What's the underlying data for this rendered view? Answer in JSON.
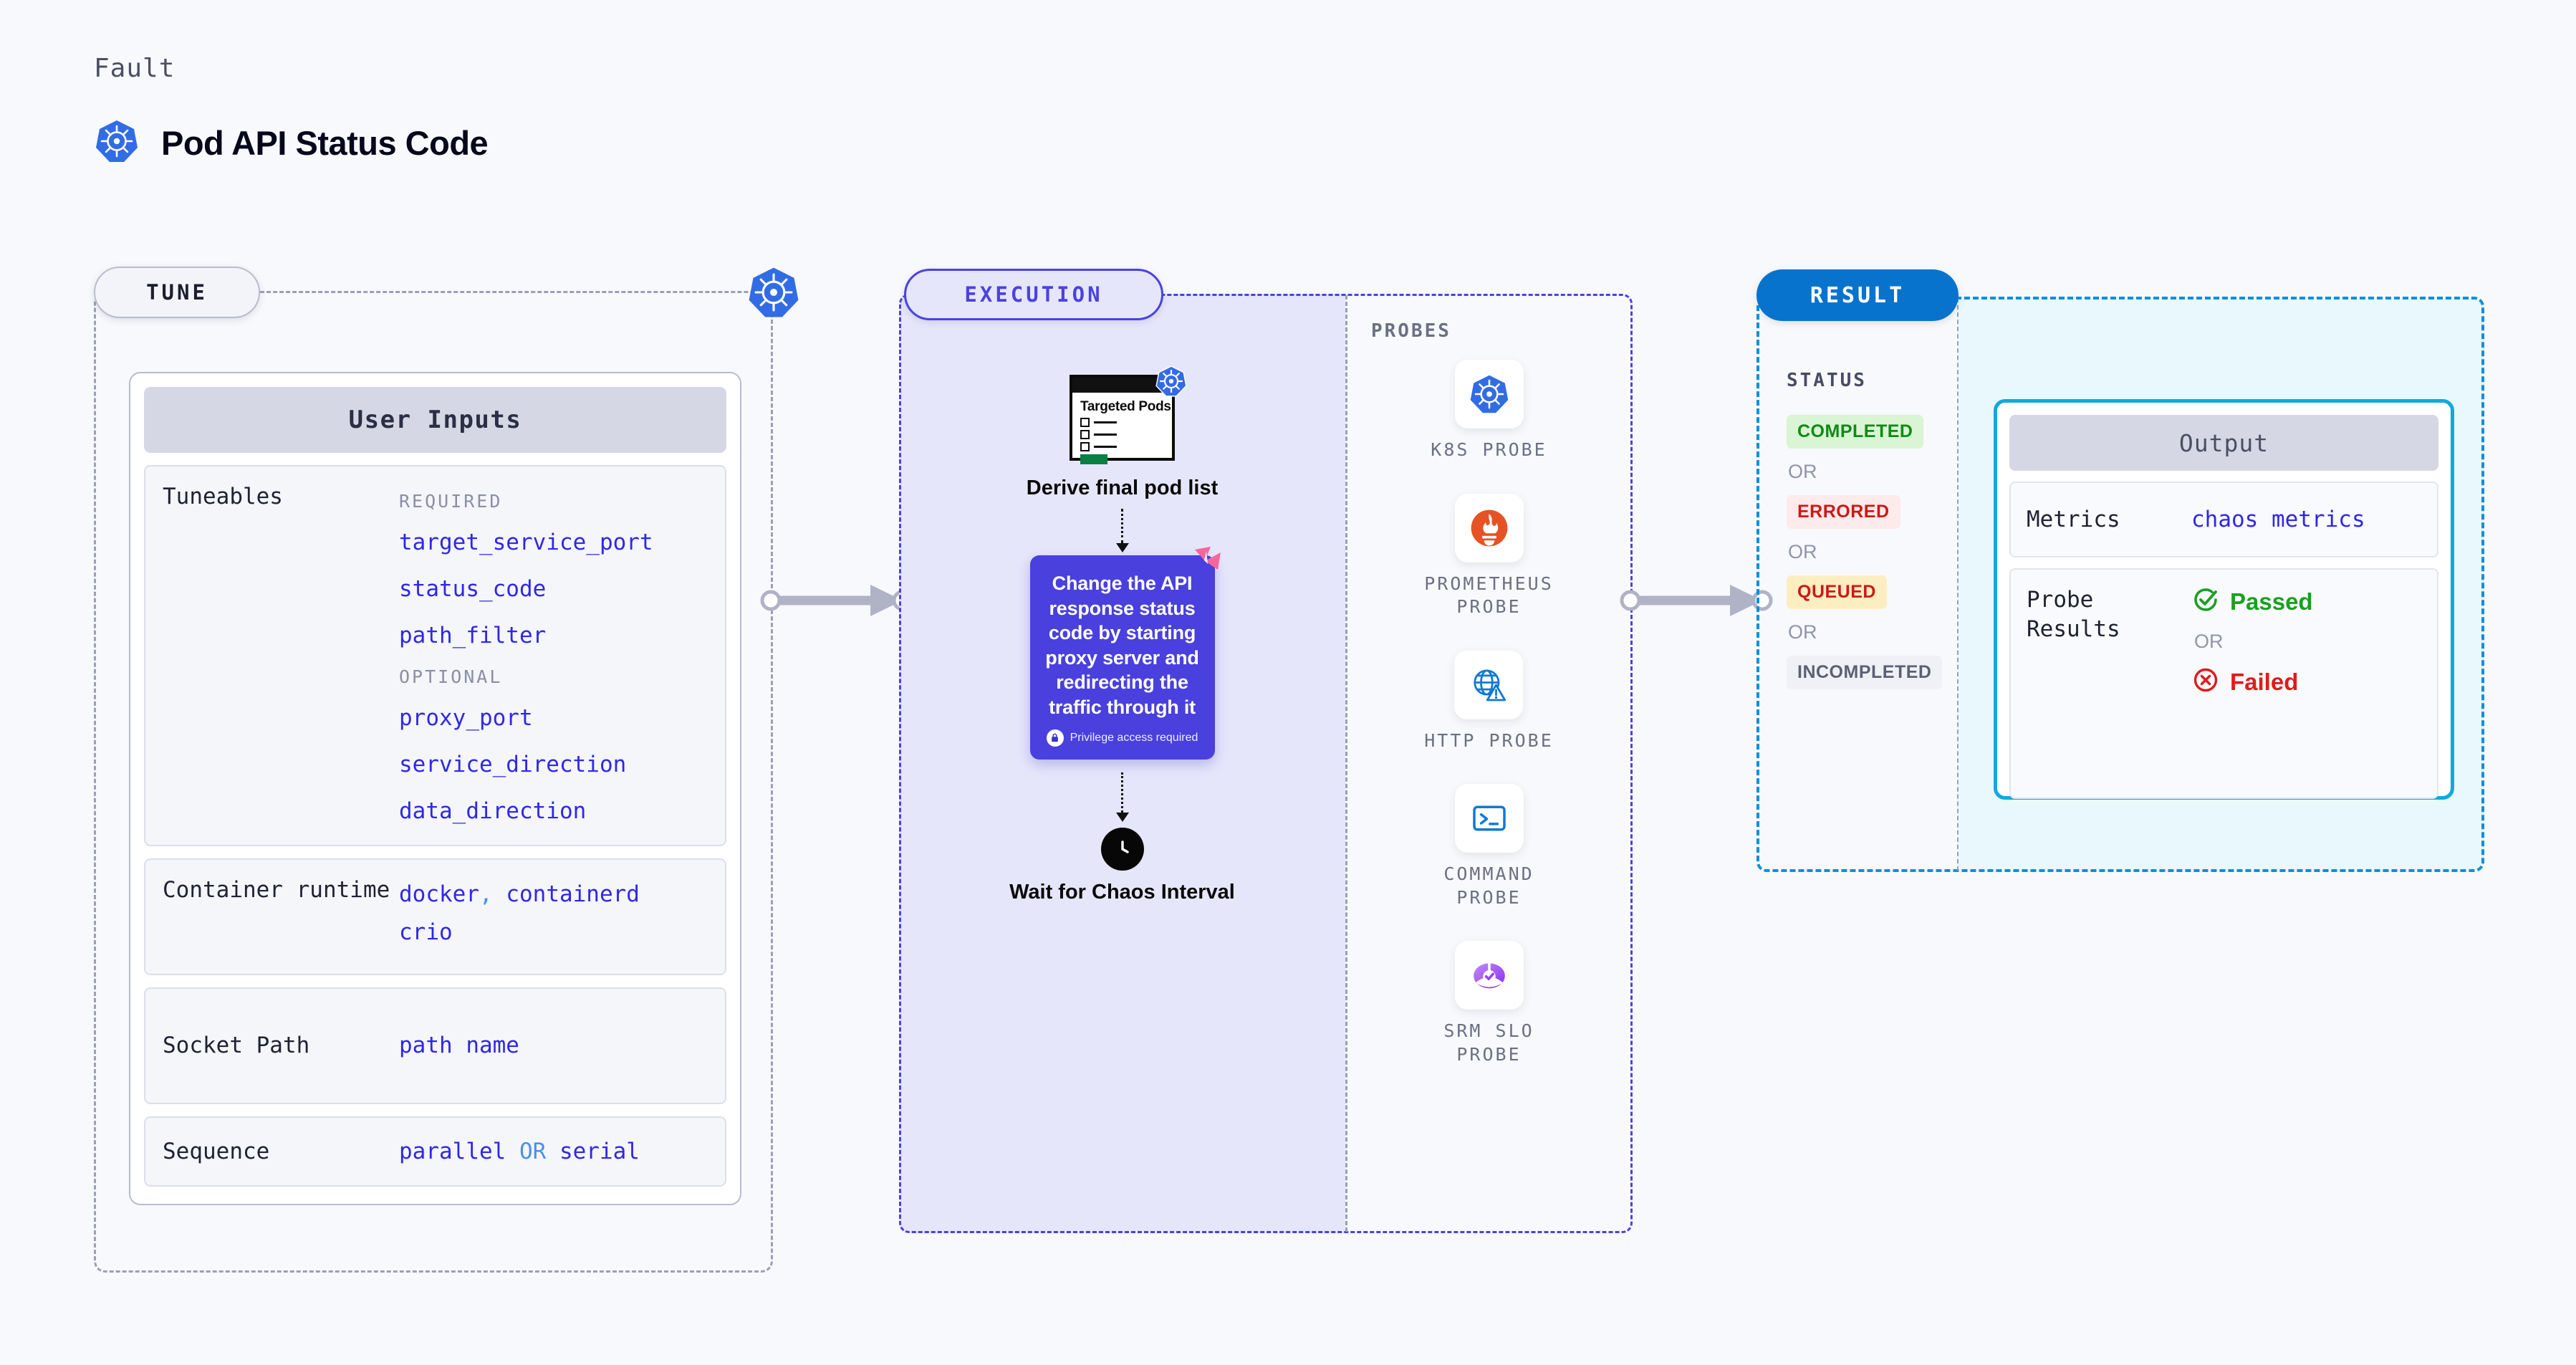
{
  "header": {
    "eyebrow": "Fault",
    "title": "Pod API Status Code",
    "icon": "kubernetes-icon"
  },
  "tune": {
    "tag": "TUNE",
    "badge_icon": "kubernetes-icon",
    "card_title": "User Inputs",
    "tuneables": {
      "label": "Tuneables",
      "required_label": "REQUIRED",
      "required": [
        "target_service_port",
        "status_code",
        "path_filter"
      ],
      "optional_label": "OPTIONAL",
      "optional": [
        "proxy_port",
        "service_direction",
        "data_direction"
      ]
    },
    "rows": [
      {
        "label": "Container runtime",
        "values": [
          "docker",
          "containerd",
          "crio"
        ],
        "separator": ","
      },
      {
        "label": "Socket Path",
        "values": [
          "path name"
        ]
      },
      {
        "label": "Sequence",
        "values": [
          "parallel",
          "serial"
        ],
        "separator": "OR"
      }
    ]
  },
  "execution": {
    "tag": "EXECUTION",
    "pods_card": {
      "title": "Targeted Pods",
      "badge_icon": "kubernetes-icon",
      "rows": 3
    },
    "step_caption": "Derive final pod list",
    "action": {
      "text": "Change the API response status code by starting proxy server and redirecting the traffic through it",
      "privilege_note": "Privilege access required",
      "privilege_icon": "lock-icon",
      "ribbon_icon": "litmus-ribbon-icon",
      "color": "#4940dd"
    },
    "wait": {
      "icon": "clock-icon",
      "caption": "Wait for Chaos Interval"
    },
    "probes_title": "PROBES",
    "probes": [
      {
        "name": "K8S PROBE",
        "icon": "kubernetes-icon"
      },
      {
        "name": "PROMETHEUS PROBE",
        "icon": "prometheus-icon"
      },
      {
        "name": "HTTP PROBE",
        "icon": "http-globe-warning-icon"
      },
      {
        "name": "COMMAND PROBE",
        "icon": "terminal-icon"
      },
      {
        "name": "SRM SLO PROBE",
        "icon": "srm-slo-icon"
      }
    ]
  },
  "result": {
    "tag": "RESULT",
    "status_title": "STATUS",
    "or_label": "OR",
    "statuses": [
      {
        "label": "COMPLETED",
        "bg": "#d9f5d4",
        "fg": "#0f8a15"
      },
      {
        "label": "ERRORED",
        "bg": "#fdeaea",
        "fg": "#cf1717"
      },
      {
        "label": "QUEUED",
        "bg": "#fdeec2",
        "fg": "#cf1717"
      },
      {
        "label": "INCOMPLETED",
        "bg": "#f0f1f6",
        "fg": "#5b6073"
      }
    ],
    "output": {
      "title": "Output",
      "metrics_label": "Metrics",
      "metrics_value": "chaos metrics",
      "probe_label": "Probe Results",
      "passed_label": "Passed",
      "passed_icon": "check-circle-icon",
      "passed_color": "#19a020",
      "or_label": "OR",
      "failed_label": "Failed",
      "failed_icon": "x-circle-icon",
      "failed_color": "#e01b1b"
    }
  }
}
